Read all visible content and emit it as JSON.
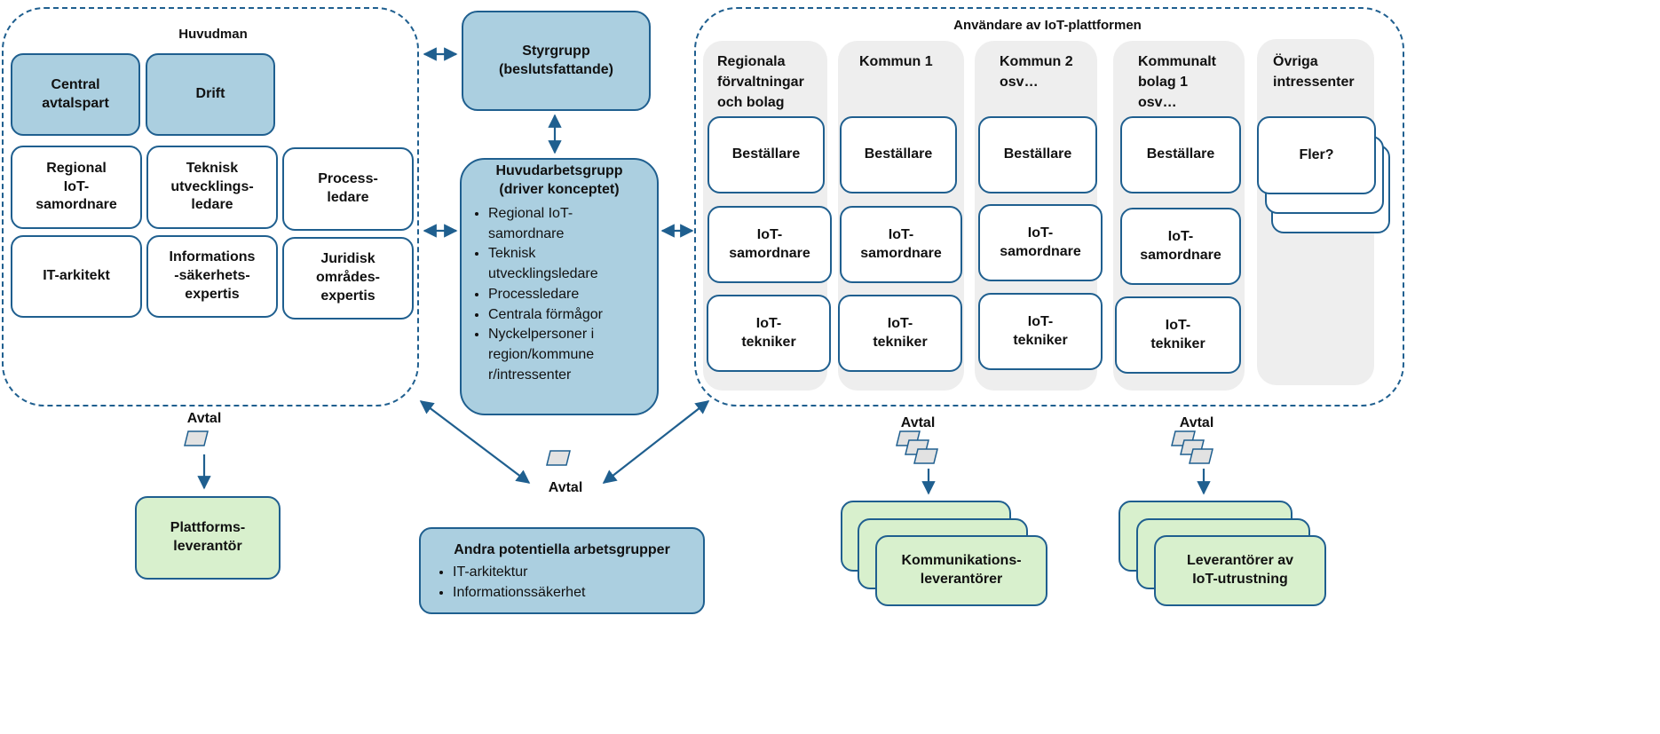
{
  "colors": {
    "stroke": "#1f5f8f",
    "blue_fill": "#abcfe0",
    "green_fill": "#d8f0cd",
    "column_fill": "#eeeeee"
  },
  "huvudman": {
    "title": "Huvudman",
    "central": "Central\navtalspart",
    "drift": "Drift",
    "regional": "Regional\nIoT-\nsamordnare",
    "teknisk": "Teknisk\nutvecklings-\nledare",
    "process": "Process-\nledare",
    "itark": "IT-arkitekt",
    "info": "Informations\n-säkerhets-\nexpertis",
    "juridisk": "Juridisk\nområdes-\nexpertis"
  },
  "styrgrupp": "Styrgrupp\n(beslutsfattande)",
  "huvudarbetsgrupp": {
    "title": "Huvudarbetsgrupp\n(driver konceptet)",
    "items": [
      "Regional IoT-samordnare",
      "Teknisk utvecklingsledare",
      "Processledare",
      "Centrala förmågor",
      "Nyckelpersoner i region/kommune r/intressenter"
    ]
  },
  "anvandare": {
    "title": "Användare av IoT-plattformen",
    "columns": [
      {
        "header": "Regionala\nförvaltningar\noch bolag"
      },
      {
        "header": "Kommun 1"
      },
      {
        "header": "Kommun 2\nosv…"
      },
      {
        "header": "Kommunalt\nbolag 1\nosv…"
      },
      {
        "header": "Övriga\nintressenter"
      }
    ],
    "bestallare": "Beställare",
    "samordnare": "IoT-\nsamordnare",
    "tekniker": "IoT-\ntekniker",
    "fler": "Fler?"
  },
  "avtal": "Avtal",
  "plattform": "Plattforms-\nleverantör",
  "kommunikation": "Kommunikations-\nleverantörer",
  "iotutrustning": "Leverantörer av\nIoT-utrustning",
  "andra": {
    "title": "Andra potentiella arbetsgrupper",
    "items": [
      "IT-arkitektur",
      "Informationssäkerhet"
    ]
  }
}
